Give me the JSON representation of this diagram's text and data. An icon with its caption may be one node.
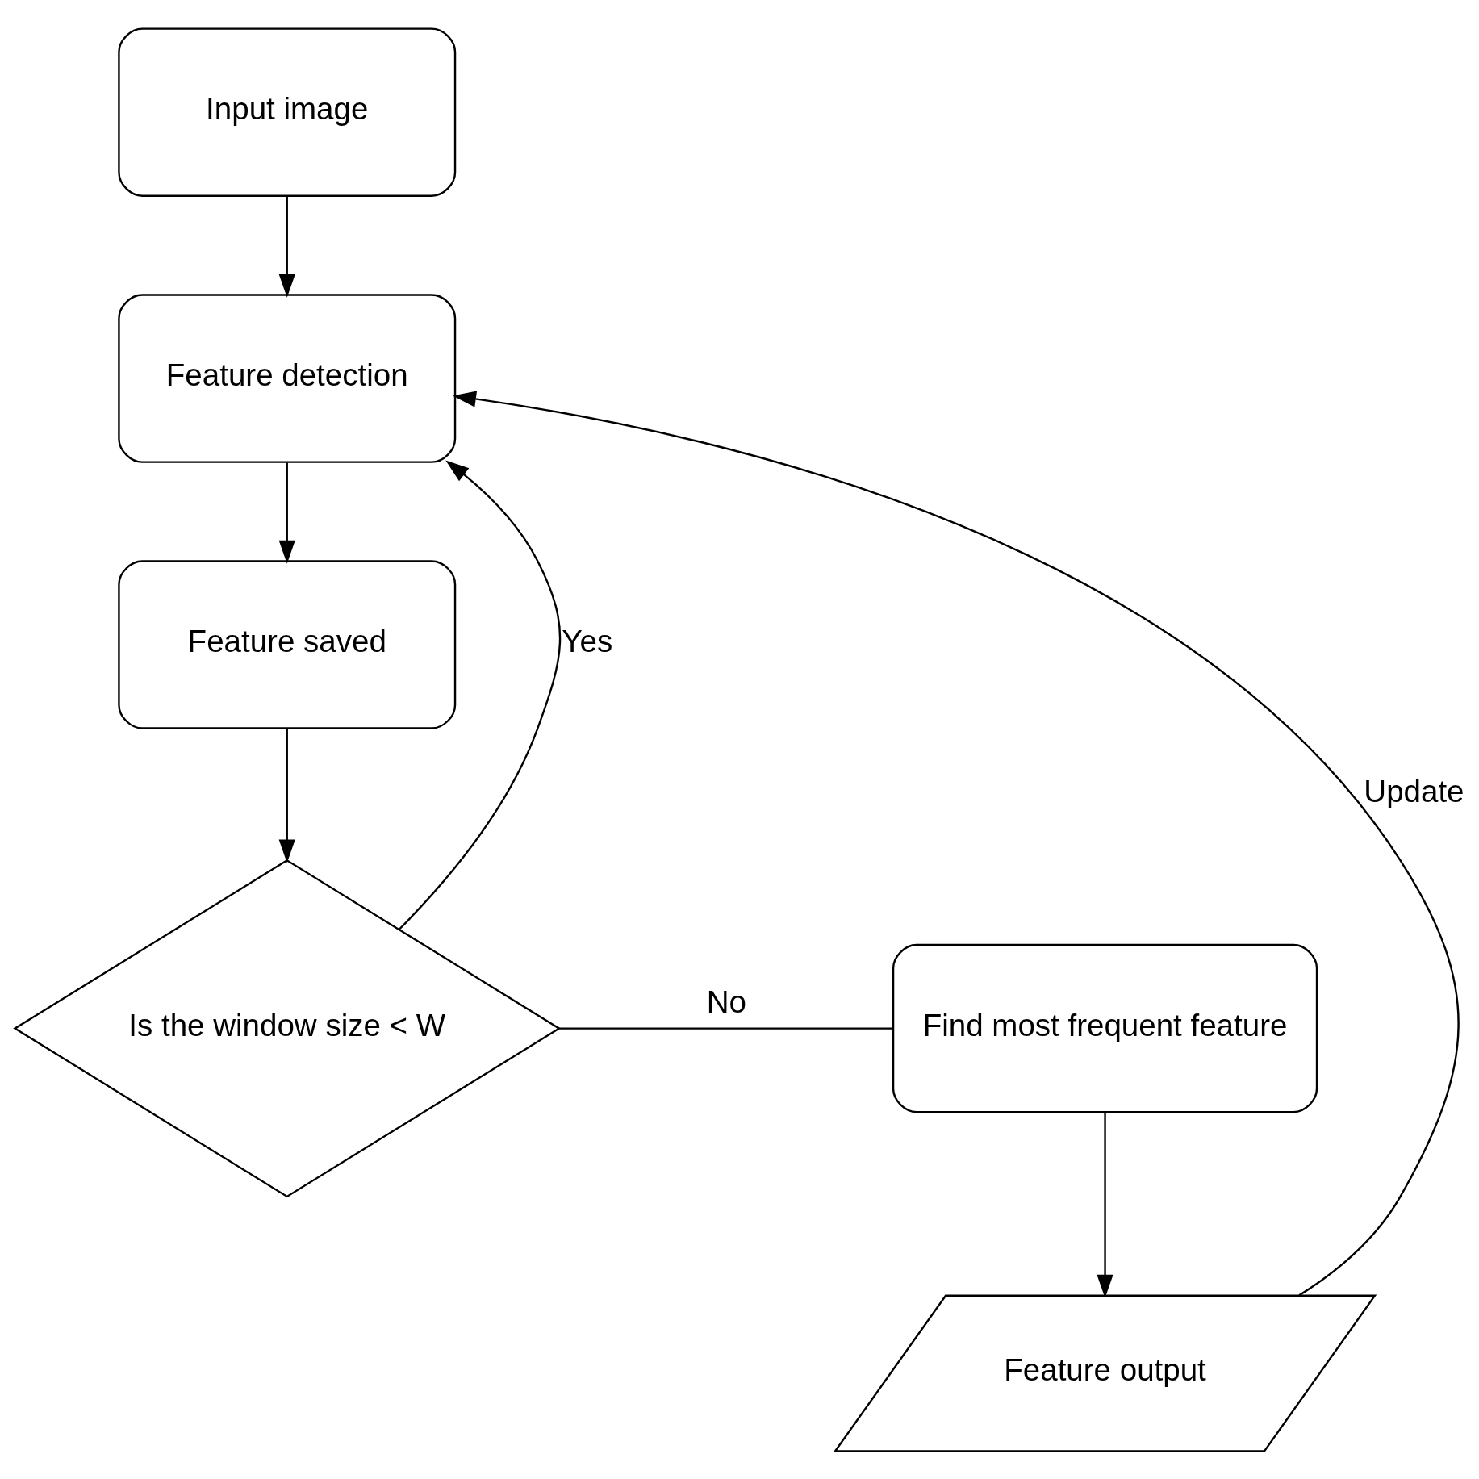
{
  "diagram": {
    "nodes": [
      {
        "text": [
          "Input image"
        ]
      },
      {
        "text": [
          "Feature detection"
        ]
      },
      {
        "text": [
          "Feature saved"
        ]
      },
      {
        "text": [
          "Is the window size < W"
        ]
      },
      {
        "text": [
          "Find most frequent feature"
        ]
      },
      {
        "text": [
          "Feature output"
        ]
      }
    ],
    "edges": [
      {
        "from": 0,
        "to": 1,
        "arrow": "to"
      },
      {
        "from": 1,
        "to": 2,
        "arrow": "to"
      },
      {
        "from": 2,
        "to": 3,
        "arrow": "to"
      },
      {
        "from": 3,
        "to": 4,
        "arrow": "none",
        "label": "No"
      },
      {
        "from": 4,
        "to": 5,
        "arrow": "to"
      },
      {
        "from": 3,
        "to": 1,
        "arrow": "to",
        "label": "Yes"
      },
      {
        "from": 5,
        "to": 1,
        "arrow": "to",
        "label": "Update"
      }
    ]
  }
}
